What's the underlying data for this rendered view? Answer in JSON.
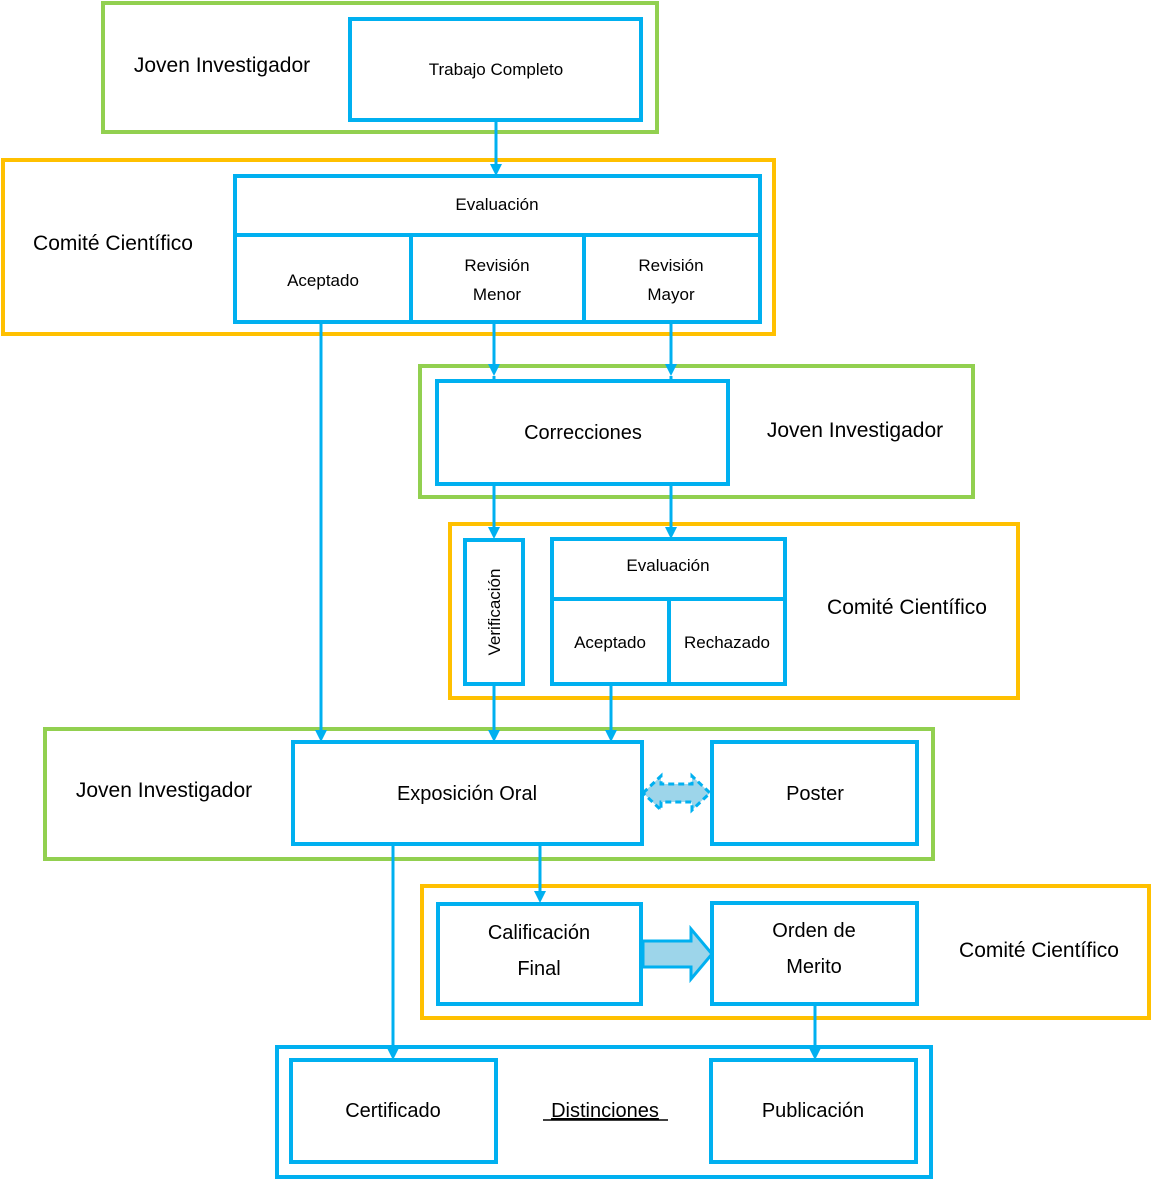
{
  "colors": {
    "joven_lane": "#92D050",
    "comite_lane": "#FFC000",
    "box_border": "#00B0F0",
    "arrow_fill": "#9DD5EA"
  },
  "lanes": {
    "joven_1": "Joven Investigador",
    "comite_1": "Comité Científico",
    "joven_2": "Joven Investigador",
    "comite_2": "Comité Científico",
    "joven_3": "Joven Investigador",
    "comite_3": "Comité Científico"
  },
  "boxes": {
    "trabajo_completo": "Trabajo Completo",
    "evaluacion_1": "Evaluación",
    "aceptado_1": "Aceptado",
    "revision_menor": [
      "Revisión",
      "Menor"
    ],
    "revision_mayor": [
      "Revisión",
      "Mayor"
    ],
    "correcciones": "Correcciones",
    "verificacion": "Verificación",
    "evaluacion_2": "Evaluación",
    "aceptado_2": "Aceptado",
    "rechazado": "Rechazado",
    "exposicion_oral": "Exposición Oral",
    "poster": "Poster",
    "calificacion_final": [
      "Calificación",
      "Final"
    ],
    "orden_de_merito": [
      "Orden de",
      "Merito"
    ],
    "certificado": "Certificado",
    "distinciones": "Distinciones",
    "publicacion": "Publicación"
  }
}
